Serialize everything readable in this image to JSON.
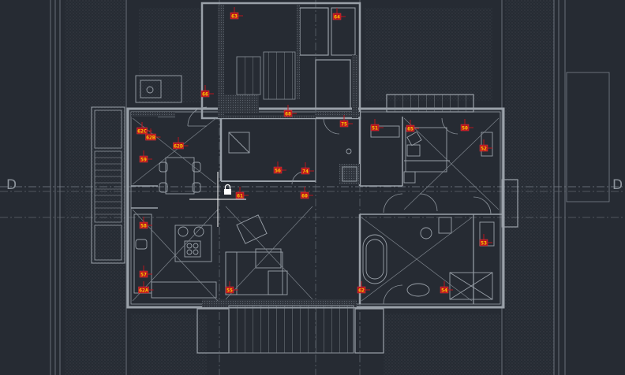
{
  "drawing": {
    "background": "#262b33",
    "line_color": "#8d949c",
    "tag_color": "#b8151e",
    "tag_text_color": "#ffd400",
    "gridline_label": "D",
    "cursor_icon": "crosshair-cursor-icon",
    "lock_icon": "padlock-icon"
  },
  "tags": [
    {
      "id": "63"
    },
    {
      "id": "64"
    },
    {
      "id": "66"
    },
    {
      "id": "68"
    },
    {
      "id": "62C"
    },
    {
      "id": "62B"
    },
    {
      "id": "62D"
    },
    {
      "id": "75"
    },
    {
      "id": "51"
    },
    {
      "id": "65"
    },
    {
      "id": "50"
    },
    {
      "id": "52"
    },
    {
      "id": "59"
    },
    {
      "id": "56"
    },
    {
      "id": "74"
    },
    {
      "id": "61"
    },
    {
      "id": "60"
    },
    {
      "id": "58"
    },
    {
      "id": "53"
    },
    {
      "id": "57"
    },
    {
      "id": "62A"
    },
    {
      "id": "55"
    },
    {
      "id": "62"
    },
    {
      "id": "54"
    }
  ]
}
